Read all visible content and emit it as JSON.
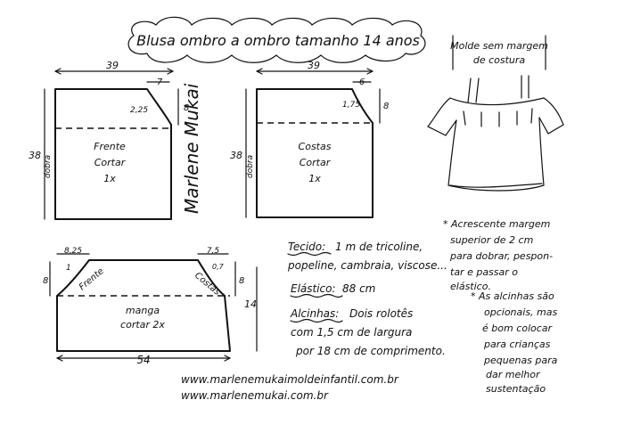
{
  "title": "Blusa ombro a ombro tamanho 14 anos",
  "note_header": "Molde sem margem de costura",
  "note_header_line1": "Molde sem margem",
  "note_header_line2": "de costura",
  "front": {
    "width": "39",
    "height": "38",
    "neck_w": "7",
    "neck_h": "8",
    "curve": "2,25",
    "label1": "Frente",
    "label2": "Cortar",
    "label3": "1x",
    "fold": "dobra"
  },
  "back": {
    "width": "39",
    "height": "38",
    "neck_w": "6",
    "neck_h": "8",
    "curve": "1,75",
    "label1": "Costas",
    "label2": "Cortar",
    "label3": "1x",
    "fold": "dobra"
  },
  "sleeve": {
    "width": "54",
    "height": "14",
    "left_w": "8,25",
    "left_h": "8",
    "left_curve": "1",
    "right_w": "7,5",
    "right_h": "8",
    "right_curve": "0,7",
    "left_tag": "Frente",
    "right_tag": "Costas",
    "label1": "manga",
    "label2": "cortar 2x"
  },
  "signature": "Marlene Mukai",
  "materials": {
    "tecido_label": "Tecido:",
    "tecido_line1": "1 m de tricoline,",
    "tecido_line2": "popeline, cambraia, viscose...",
    "elastico_label": "Elástico:",
    "elastico_value": "88 cm",
    "alcinhas_label": "Alcinhas:",
    "alcinhas_line1": "Dois rolotês",
    "alcinhas_line2": "com 1,5 cm de largura",
    "alcinhas_line3": "por 18 cm de comprimento."
  },
  "notes": {
    "n1_line1": "* Acrescente margem",
    "n1_line2": "superior de 2 cm",
    "n1_line3": "para dobrar, pespon-",
    "n1_line4": "tar e passar o",
    "n1_line5": "elástico.",
    "n2_line1": "* As alcinhas são",
    "n2_line2": "opcionais, mas",
    "n2_line3": "é bom colocar",
    "n2_line4": "para crianças",
    "n2_line5": "pequenas para",
    "n2_line6": "dar melhor",
    "n2_line7": "sustentação"
  },
  "links": {
    "url1": "www.marlenemukaimoldeinfantil.com.br",
    "url2": "www.marlenemukai.com.br"
  }
}
